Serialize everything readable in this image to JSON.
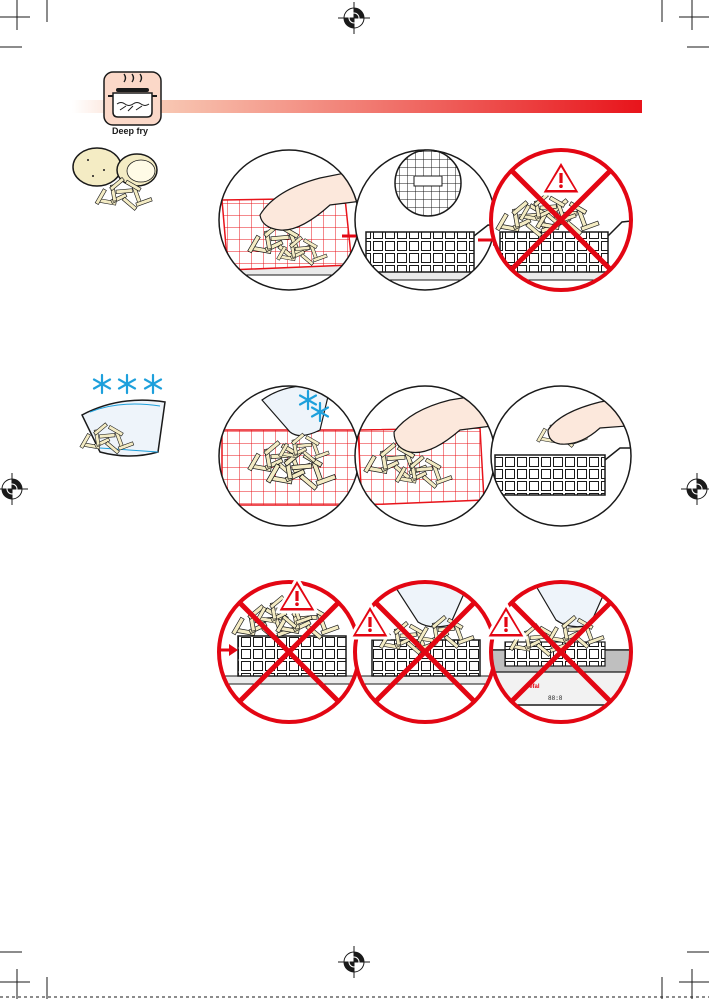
{
  "header": {
    "icon": "deep-fry-pot-icon",
    "label": "Deep fry",
    "bar_gradient": [
      "#ffffff",
      "#e8141b"
    ]
  },
  "colors": {
    "warning_red": "#e30613",
    "grid_red": "#e8141b",
    "fries": "#f4ecc4",
    "frost_blue": "#1ea0dc",
    "outline": "#1a1a1a"
  },
  "icons": {
    "fresh_potatoes": "potato-fries-icon",
    "frozen_bag": "frozen-fries-bag-icon",
    "snowflakes": "snowflake-icon",
    "warning": "warning-triangle-icon",
    "crossed": "red-cross-prohibited-icon",
    "arrow": "red-arrow-icon",
    "registration": "registration-mark-icon"
  },
  "device_panel": {
    "brand": "Tefal",
    "display": "88:8"
  }
}
